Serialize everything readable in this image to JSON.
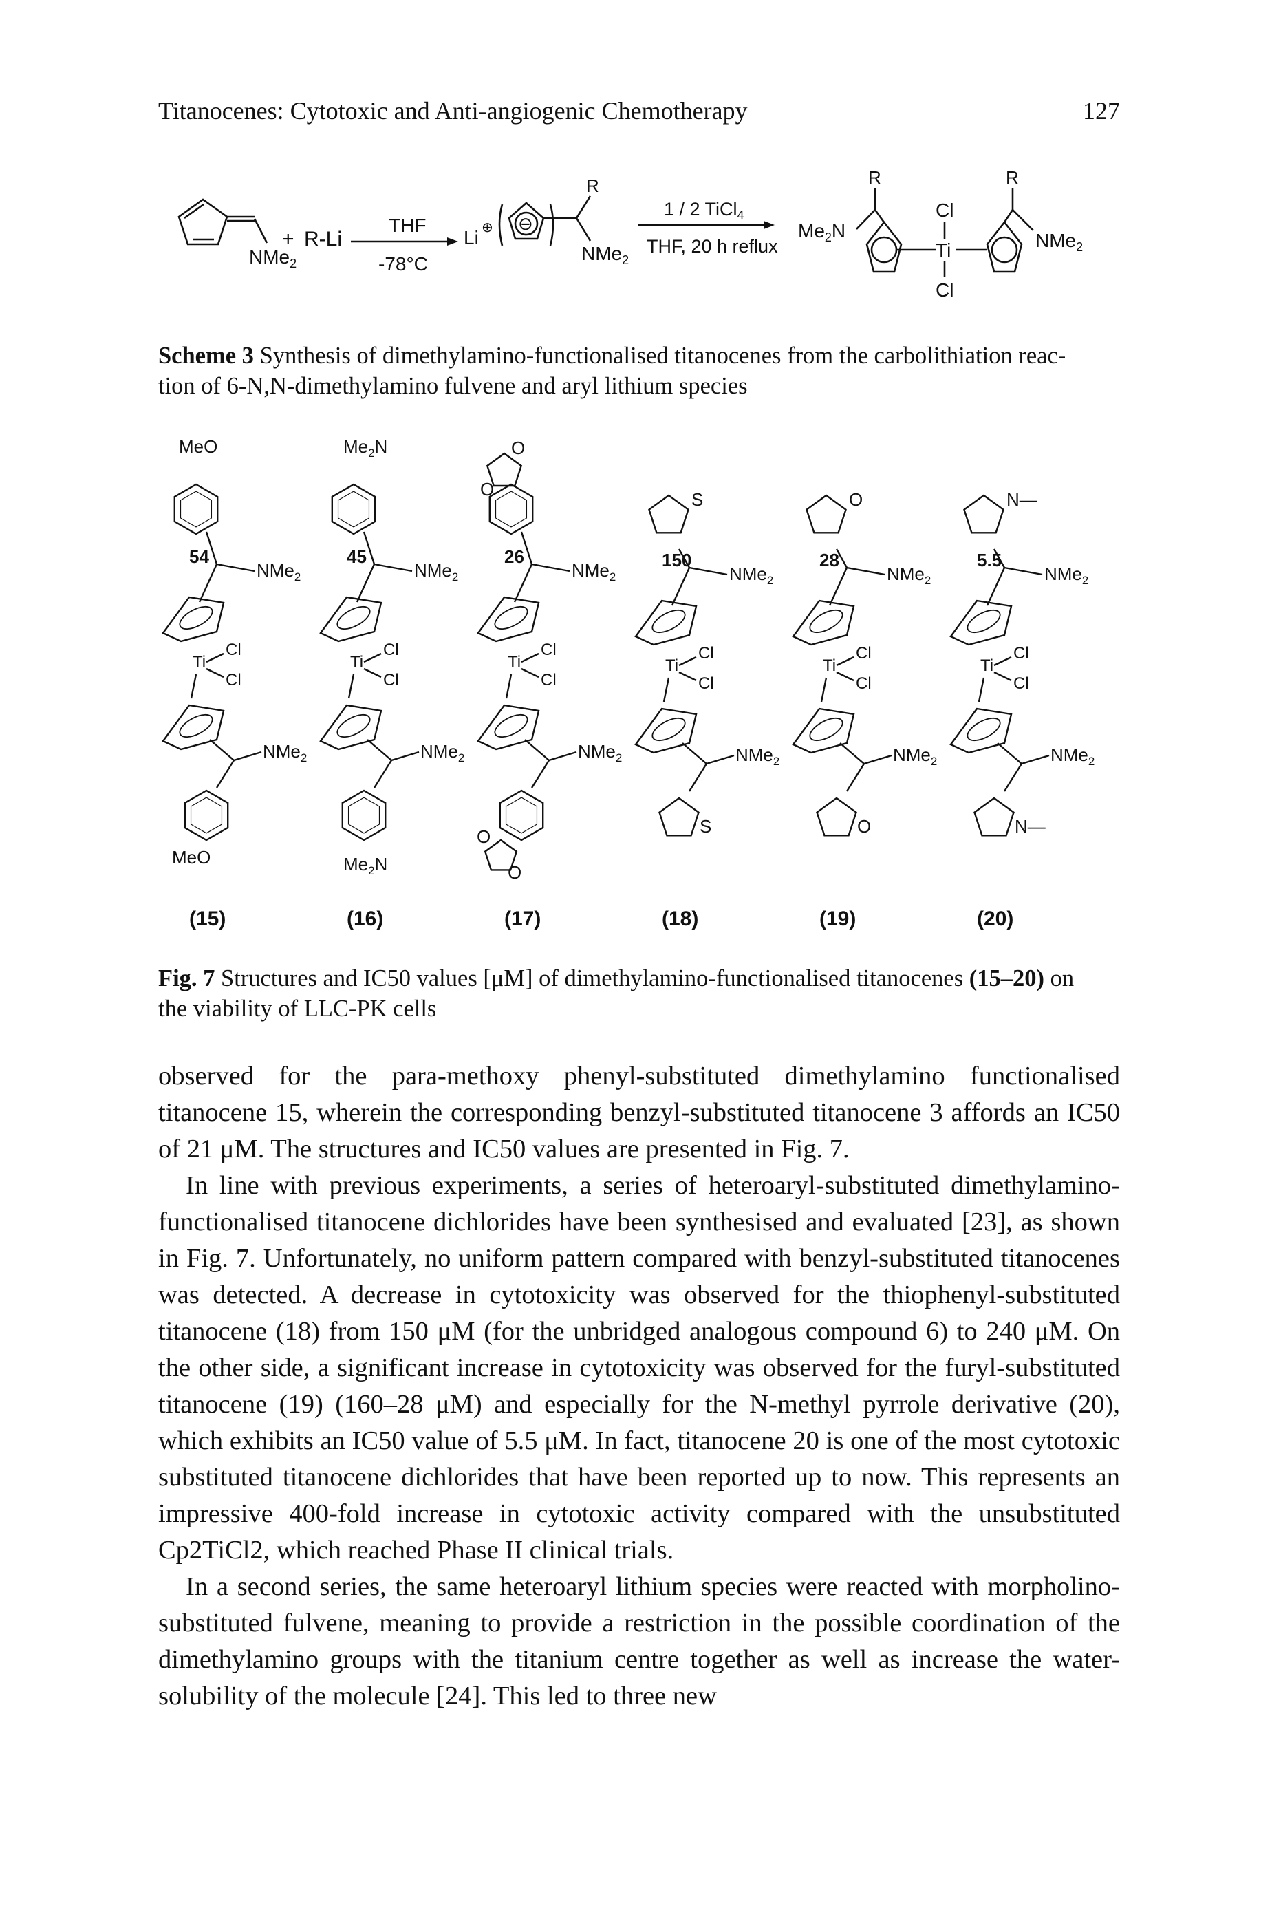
{
  "header": {
    "title": "Titanocenes: Cytotoxic and Anti-angiogenic Chemotherapy",
    "page_number": "127"
  },
  "scheme": {
    "plus": "+",
    "reagent": "R-Li",
    "cond1_top": "THF",
    "cond1_bottom": "-78°C",
    "li_label": "Li",
    "li_charge": "⊕",
    "anion_charge": "⊖",
    "r_label": "R",
    "nme2": "NMe",
    "cond2_top": "1 / 2 TiCl",
    "cond2_top_sub": "4",
    "cond2_bottom": "THF, 20 h reflux",
    "me2n": "Me",
    "cl": "Cl",
    "ti": "Ti",
    "caption_bold": "Scheme 3",
    "caption_line1": "Synthesis of dimethylamino-functionalised titanocenes from the carbolithiation reac-",
    "caption_line2": "tion of 6-N,N-dimethylamino fulvene and aryl lithium species"
  },
  "figure": {
    "compounds": [
      {
        "label": "(15)",
        "ic50": "54",
        "top_group": "MeO",
        "bottom_group": "MeO"
      },
      {
        "label": "(16)",
        "ic50": "45",
        "top_group": "Me2N",
        "bottom_group": "Me2N"
      },
      {
        "label": "(17)",
        "ic50": "26",
        "top_group": "O",
        "bottom_group": "O"
      },
      {
        "label": "(18)",
        "ic50": "150",
        "top_group": "S",
        "bottom_group": "S"
      },
      {
        "label": "(19)",
        "ic50": "28",
        "top_group": "O",
        "bottom_group": "O"
      },
      {
        "label": "(20)",
        "ic50": "5.5",
        "top_group": "N—",
        "bottom_group": "N—"
      }
    ],
    "nme2": "NMe",
    "cl": "Cl",
    "ti": "Ti",
    "caption_bold": "Fig. 7",
    "caption_text": "Structures and IC50 values [μM] of dimethylamino-functionalised titanocenes",
    "caption_bold2": "(15–20)",
    "caption_tail": "on",
    "caption_line2": "the viability of LLC-PK cells"
  },
  "body": {
    "p1": "observed for the para-methoxy phenyl-substituted dimethylamino functionalised titanocene 15, wherein the corresponding benzyl-substituted titanocene 3 affords an IC50 of 21 μM. The structures and IC50 values are presented in Fig. 7.",
    "p2": "In line with previous experiments, a series of heteroaryl-substituted dimethylamino-functionalised titanocene dichlorides have been synthesised and evaluated [23], as shown in Fig. 7. Unfortunately, no uniform pattern compared with benzyl-substituted titanocenes was detected. A decrease in cytotoxicity was observed for the thiophenyl-substituted titanocene (18) from 150 μM (for the unbridged analogous compound 6) to 240 μM. On the other side, a significant increase in cytotoxicity was observed for the furyl-substituted titanocene (19) (160–28 μM) and especially for the N-methyl pyrrole derivative (20), which exhibits an IC50 value of 5.5 μM. In fact, titanocene 20 is one of the most cytotoxic substituted titanocene dichlorides that have been reported up to now. This represents an impressive 400-fold increase in cytotoxic activity compared with the unsubstituted Cp2TiCl2, which reached Phase II clinical trials.",
    "p3": "In a second series, the same heteroaryl lithium species were reacted with morpholino-substituted fulvene, meaning to provide a restriction in the possible coordination of the dimethylamino groups with the titanium centre together as well as increase the water-solubility of the molecule [24]. This led to three new"
  }
}
